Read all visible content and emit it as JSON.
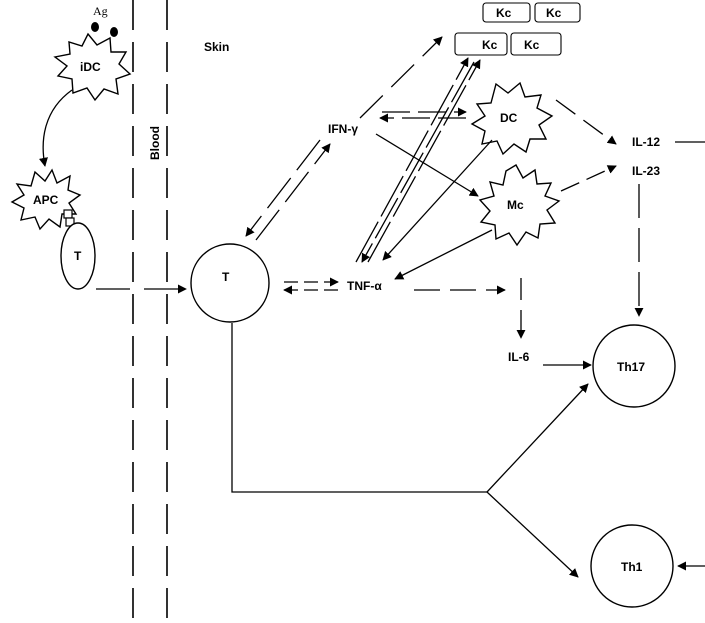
{
  "labels": {
    "ag": "Ag",
    "idc": "iDC",
    "apc": "APC",
    "t_small": "T",
    "t_large": "T",
    "skin": "Skin",
    "blood": "Blood",
    "ifn": "IFN-γ",
    "dc": "DC",
    "mc": "Mc",
    "tnf": "TNF-α",
    "il12": "IL-12",
    "il23": "IL-23",
    "il6": "IL-6",
    "th17": "Th17",
    "th1": "Th1",
    "kc1": "Kc",
    "kc2": "Kc",
    "kc3": "Kc",
    "kc4": "Kc"
  }
}
